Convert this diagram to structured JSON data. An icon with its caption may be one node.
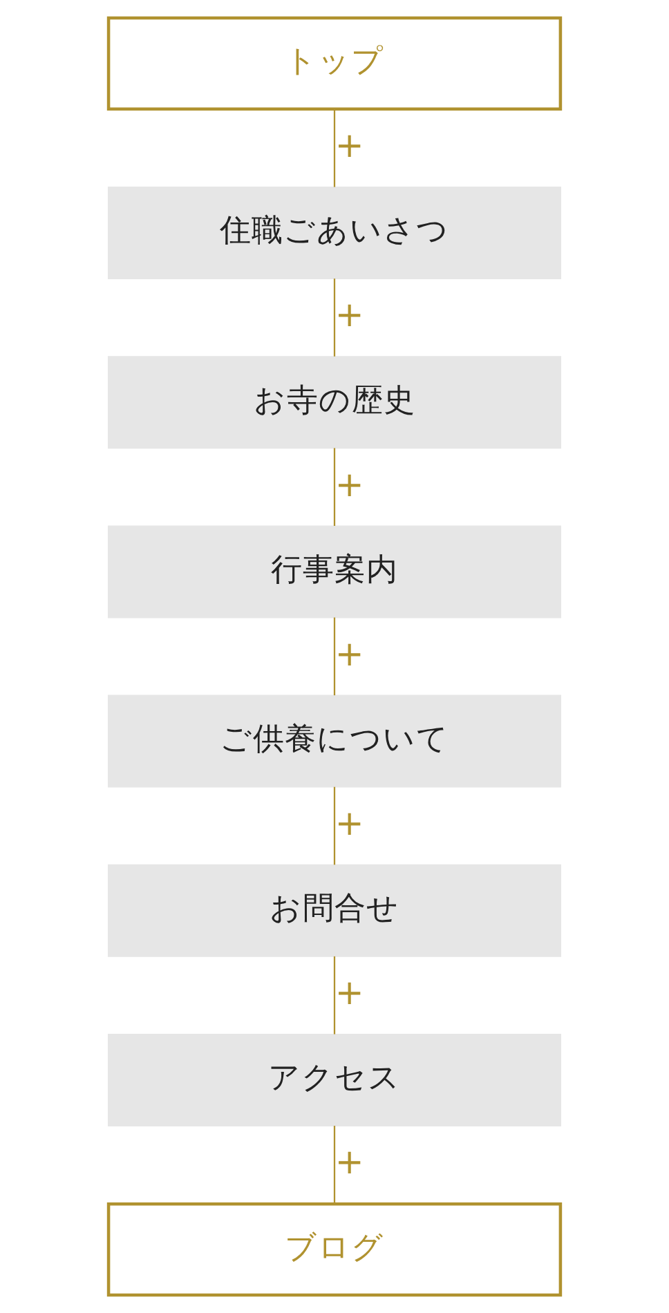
{
  "diagram": {
    "nodes": [
      {
        "text": [
          "トップ"
        ]
      },
      {
        "text": [
          "住職ごあいさつ"
        ]
      },
      {
        "text": [
          "お寺の歴史"
        ]
      },
      {
        "text": [
          "行事案内"
        ]
      },
      {
        "text": [
          "ご供養について"
        ]
      },
      {
        "text": [
          "お問合せ"
        ]
      },
      {
        "text": [
          "アクセス"
        ]
      },
      {
        "text": [
          "ブログ"
        ]
      }
    ],
    "edges": [
      {
        "from": 0,
        "to": 1,
        "arrow": "none",
        "label": "+"
      },
      {
        "from": 1,
        "to": 2,
        "arrow": "none",
        "label": "+"
      },
      {
        "from": 2,
        "to": 3,
        "arrow": "none",
        "label": "+"
      },
      {
        "from": 3,
        "to": 4,
        "arrow": "none",
        "label": "+"
      },
      {
        "from": 4,
        "to": 5,
        "arrow": "none",
        "label": "+"
      },
      {
        "from": 5,
        "to": 6,
        "arrow": "none",
        "label": "+"
      },
      {
        "from": 6,
        "to": 7,
        "arrow": "none",
        "label": "+"
      }
    ]
  }
}
